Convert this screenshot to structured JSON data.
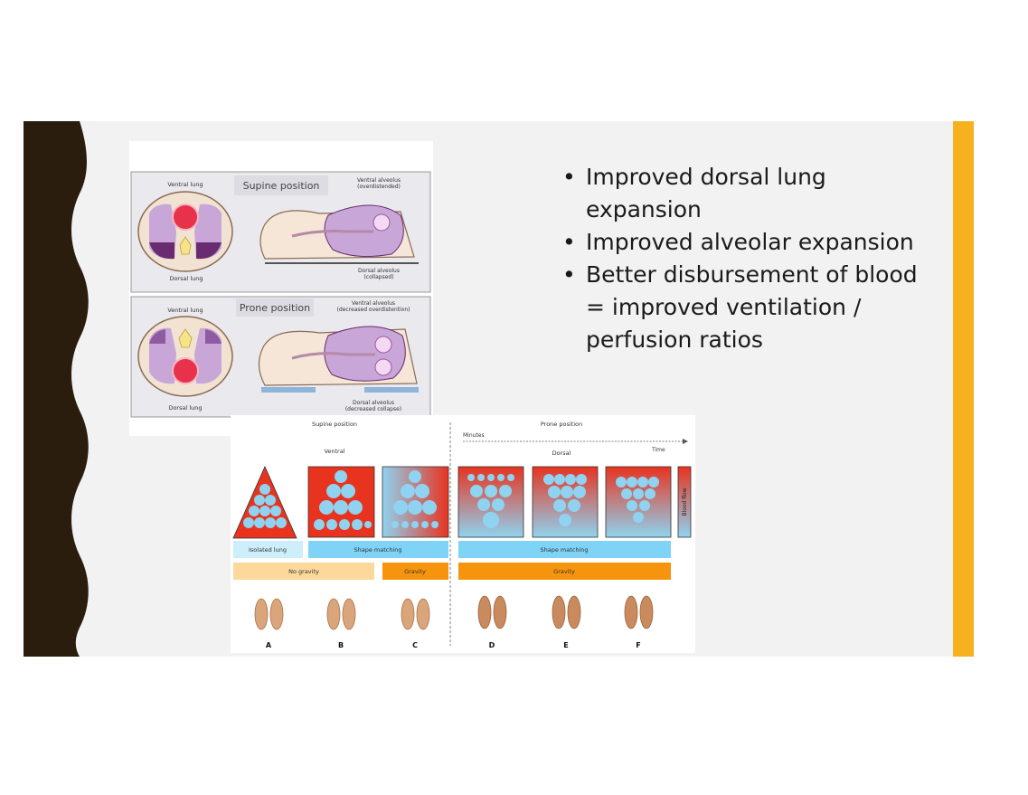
{
  "colors": {
    "slide_bg": "#f2f2f2",
    "left_band": "#2b1d0e",
    "right_bar": "#f5b120",
    "lung_purple": "#c9a6d8",
    "lung_dark": "#6a2c70",
    "heart_red": "#e8324b",
    "alveoli_blue": "#7fd1f0",
    "gravity_orange": "#f7940e",
    "no_gravity_tan": "#fcd89a",
    "shape_blue": "#7fd3f7"
  },
  "bullets": [
    "Improved dorsal lung expansion",
    "Improved alveolar expansion",
    "Better disbursement of blood = improved ventilation / perfusion ratios"
  ],
  "figure1": {
    "supine": {
      "title": "Supine position",
      "ventral_lung": "Ventral lung",
      "dorsal_lung": "Dorsal lung",
      "alveolus_top_1": "Ventral alveolus",
      "alveolus_top_2": "(overdistended)",
      "alveolus_bottom_1": "Dorsal alveolus",
      "alveolus_bottom_2": "(collapsed)"
    },
    "prone": {
      "title": "Prone position",
      "ventral_lung": "Ventral lung",
      "dorsal_lung": "Dorsal lung",
      "alveolus_top_1": "Ventral alveolus",
      "alveolus_top_2": "(decreased overdistention)",
      "alveolus_bottom_1": "Dorsal alveolus",
      "alveolus_bottom_2": "(decreased collapse)"
    }
  },
  "figure2": {
    "supine_title": "Supine position",
    "prone_title": "Prone position",
    "minutes": "Minutes",
    "time": "Time",
    "ventral": "Ventral",
    "dorsal": "Dorsal",
    "blood_flow": "Blood flow",
    "isolated_lung": "Isolated lung",
    "shape_matching_left": "Shape matching",
    "shape_matching_right": "Shape matching",
    "no_gravity": "No gravity",
    "gravity_left": "Gravity",
    "gravity_right": "Gravity",
    "letters": [
      "A",
      "B",
      "C",
      "D",
      "E",
      "F"
    ]
  }
}
